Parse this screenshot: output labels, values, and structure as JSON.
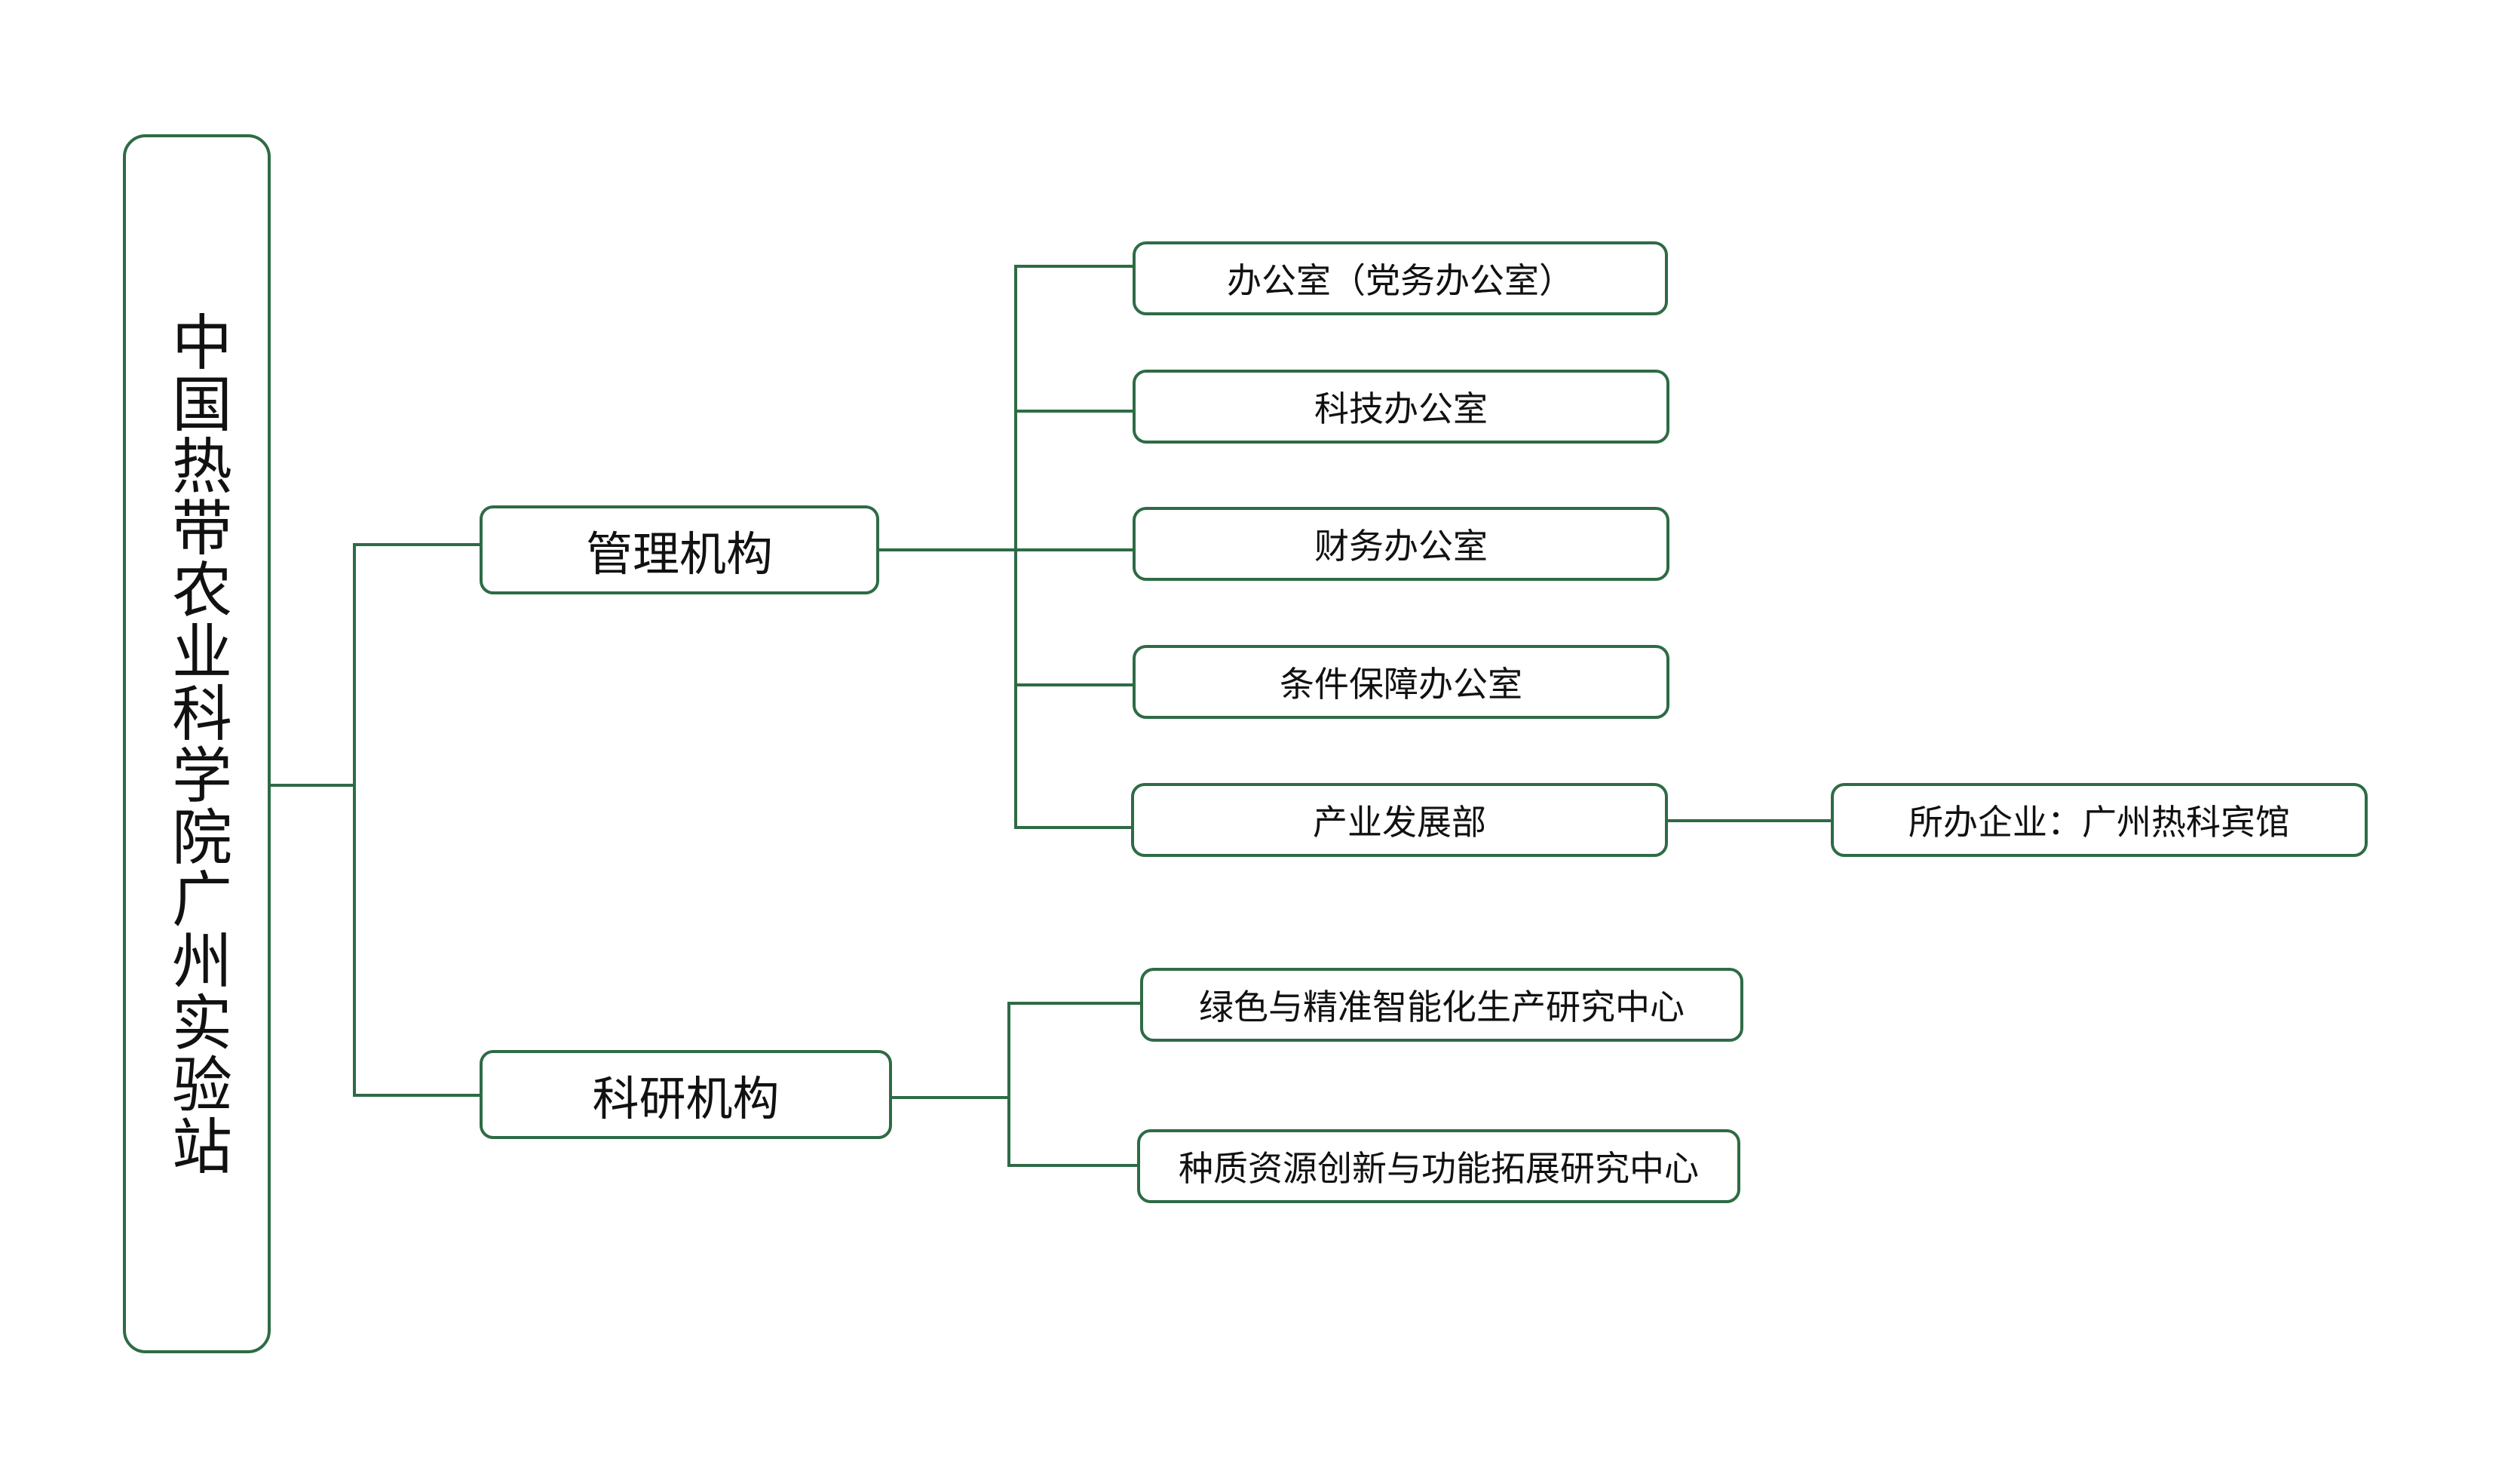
{
  "root": {
    "label": "中国热带农业科学院广州实验站"
  },
  "branches": [
    {
      "label": "管理机构",
      "children": [
        {
          "label": "办公室（党务办公室）"
        },
        {
          "label": "科技办公室"
        },
        {
          "label": "财务办公室"
        },
        {
          "label": "条件保障办公室"
        },
        {
          "label": "产业发展部",
          "child": {
            "label": "所办企业：广州热科宾馆"
          }
        }
      ]
    },
    {
      "label": "科研机构",
      "children": [
        {
          "label": "绿色与精准智能化生产研究中心"
        },
        {
          "label": "种质资源创新与功能拓展研究中心"
        }
      ]
    }
  ],
  "colors": {
    "line": "#2e6b45",
    "border": "#2e6b45"
  }
}
